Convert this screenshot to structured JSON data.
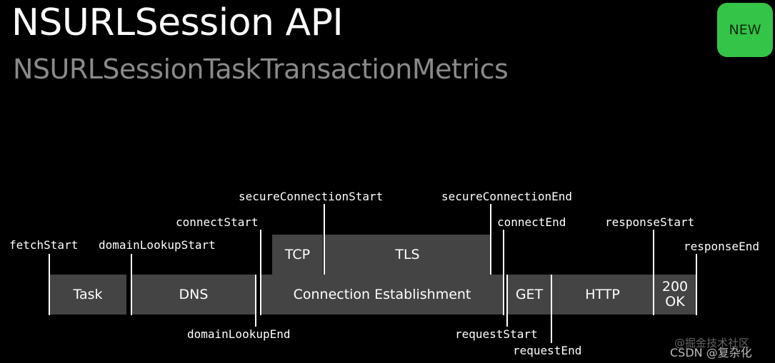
{
  "header": {
    "title": "NSURLSession API",
    "subtitle": "NSURLSessionTaskTransactionMetrics",
    "badge": "NEW"
  },
  "diagram": {
    "bars": {
      "tcp": "TCP",
      "tls": "TLS",
      "task": "Task",
      "dns": "DNS",
      "connection": "Connection Establishment",
      "get": "GET",
      "http": "HTTP",
      "ok_line1": "200",
      "ok_line2": "OK"
    },
    "labels": {
      "fetch_start": "fetchStart",
      "domain_lookup_start": "domainLookupStart",
      "connect_start": "connectStart",
      "secure_connection_start": "secureConnectionStart",
      "secure_connection_end": "secureConnectionEnd",
      "connect_end": "connectEnd",
      "response_start": "responseStart",
      "response_end": "responseEnd",
      "domain_lookup_end": "domainLookupEnd",
      "request_start": "requestStart",
      "request_end": "requestEnd"
    }
  },
  "watermark": {
    "line1": "@掘金技术社区",
    "line2": "CSDN @复杂化"
  }
}
